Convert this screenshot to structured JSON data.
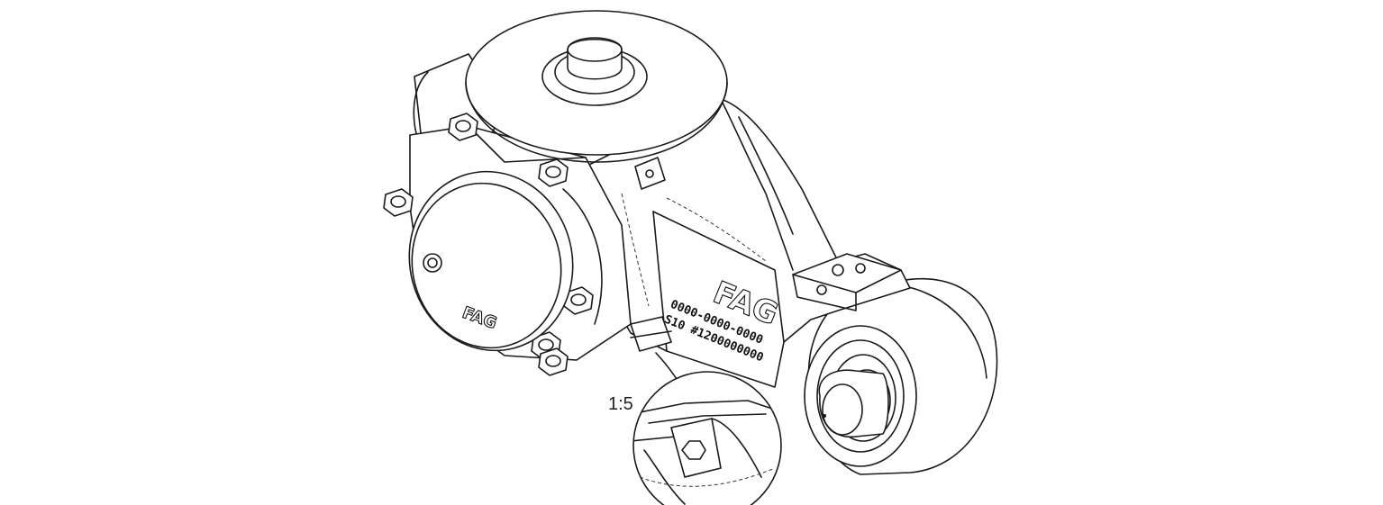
{
  "diagram": {
    "brand_logo_large": "FAG",
    "brand_logo_cover": "FAG",
    "part_number": "0000-0000-0000",
    "serial_number": "S10 #1200000000",
    "detail_scale": "1:5"
  }
}
